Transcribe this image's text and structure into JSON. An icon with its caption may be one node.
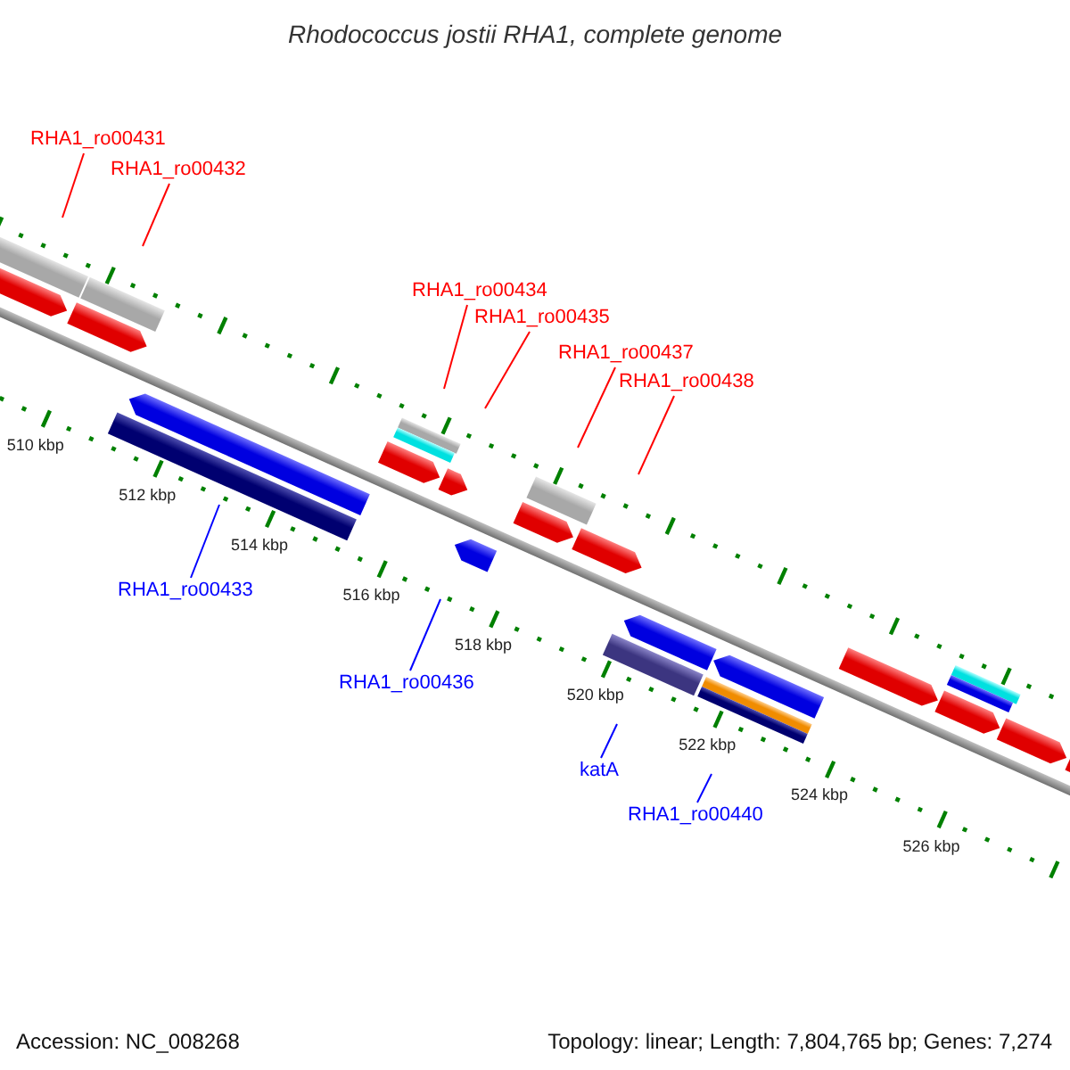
{
  "diagram": {
    "title": "Rhodococcus jostii RHA1, complete genome",
    "nodes": [
      {
        "text": [
          "RHA1_ro00431"
        ]
      },
      {
        "text": [
          "RHA1_ro00432"
        ]
      },
      {
        "text": [
          "RHA1_ro00434"
        ]
      },
      {
        "text": [
          "RHA1_ro00435"
        ]
      },
      {
        "text": [
          "RHA1_ro00437"
        ]
      },
      {
        "text": [
          "RHA1_ro00438"
        ]
      },
      {
        "text": [
          "RHA1_ro00433"
        ]
      },
      {
        "text": [
          "RHA1_ro00436"
        ]
      },
      {
        "text": [
          "katA"
        ]
      },
      {
        "text": [
          "RHA1_ro00440"
        ]
      }
    ],
    "edges": [
      {
        "from": 0,
        "to": null,
        "arrow": "none"
      },
      {
        "from": 1,
        "to": null,
        "arrow": "none"
      },
      {
        "from": 2,
        "to": null,
        "arrow": "none"
      },
      {
        "from": 3,
        "to": null,
        "arrow": "none"
      },
      {
        "from": 4,
        "to": null,
        "arrow": "none"
      },
      {
        "from": 5,
        "to": null,
        "arrow": "none"
      },
      {
        "from": 6,
        "to": null,
        "arrow": "none",
        "color": "#0000ff"
      },
      {
        "from": 7,
        "to": null,
        "arrow": "none",
        "color": "#0000ff"
      },
      {
        "from": 8,
        "to": null,
        "arrow": "none",
        "color": "#0000ff"
      },
      {
        "from": 9,
        "to": null,
        "arrow": "none",
        "color": "#0000ff"
      }
    ],
    "labels": [
      "510 kbp",
      "512 kbp",
      "514 kbp",
      "516 kbp",
      "518 kbp",
      "520 kbp",
      "522 kbp",
      "524 kbp",
      "526 kbp",
      "Accession: NC_008268",
      "Topology: linear; Length: 7,804,765 bp; Genes: 7,274"
    ]
  }
}
